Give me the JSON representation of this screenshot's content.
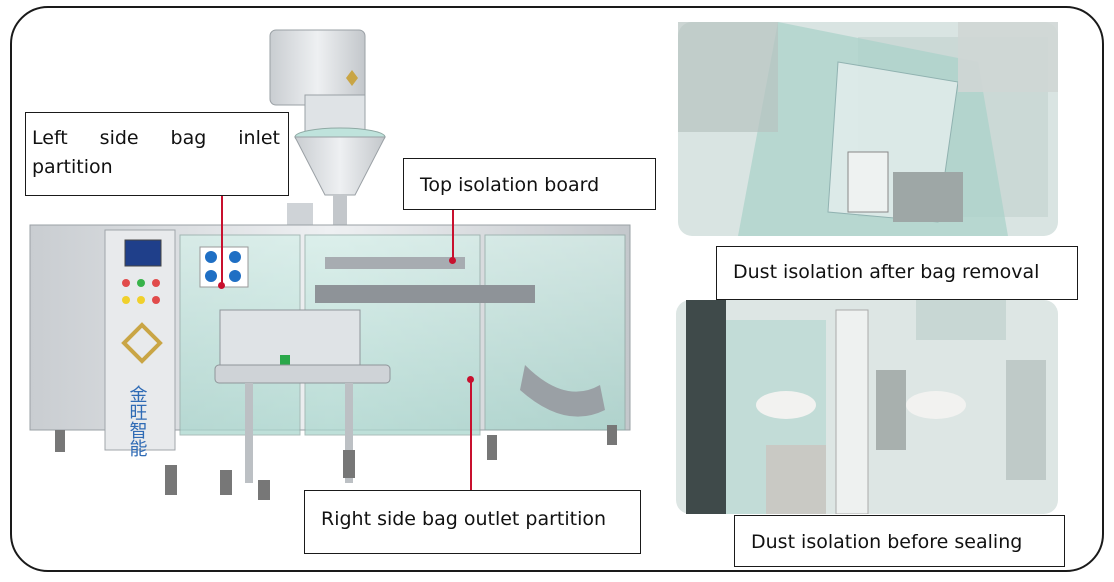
{
  "callouts": {
    "left_inlet": "Left side bag inlet partition",
    "top_board": "Top isolation board",
    "right_outlet": "Right side bag outlet partition",
    "dust_after_removal": "Dust isolation after bag removal",
    "dust_before_sealing": "Dust isolation before sealing"
  },
  "machine": {
    "brand_chars": "金旺智能"
  },
  "colors": {
    "leader": "#c8102e",
    "glass": "#bfe3dc",
    "steel": "#d9dcdf",
    "brand_gold": "#c9a545",
    "brand_blue": "#2f6bb5"
  }
}
